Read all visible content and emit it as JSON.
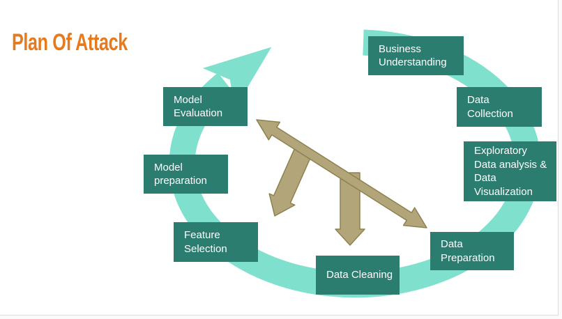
{
  "slide": {
    "title": "Plan Of Attack"
  },
  "colors": {
    "title": "#E87A1E",
    "step_box": "#2B7D6F",
    "step_text": "#FFFFFF",
    "cycle_ring": "#7FE0CD",
    "tan_arrow_fill": "#B2A579",
    "tan_arrow_stroke": "#8D814F",
    "slide_border": "#DCDCDC"
  },
  "diagram": {
    "type": "cycle",
    "steps": [
      {
        "id": "business-understanding",
        "label": "Business\nUnderstanding"
      },
      {
        "id": "data-collection",
        "label": "Data\nCollection"
      },
      {
        "id": "exploratory-data-analysis",
        "label": "Exploratory\nData analysis &\nData\nVisualization"
      },
      {
        "id": "data-preparation",
        "label": "Data\nPreparation"
      },
      {
        "id": "data-cleaning",
        "label": "Data Cleaning"
      },
      {
        "id": "feature-selection",
        "label": "Feature\nSelection"
      },
      {
        "id": "model-preparation",
        "label": "Model\npreparation"
      },
      {
        "id": "model-evaluation",
        "label": "Model\nEvaluation"
      }
    ]
  }
}
